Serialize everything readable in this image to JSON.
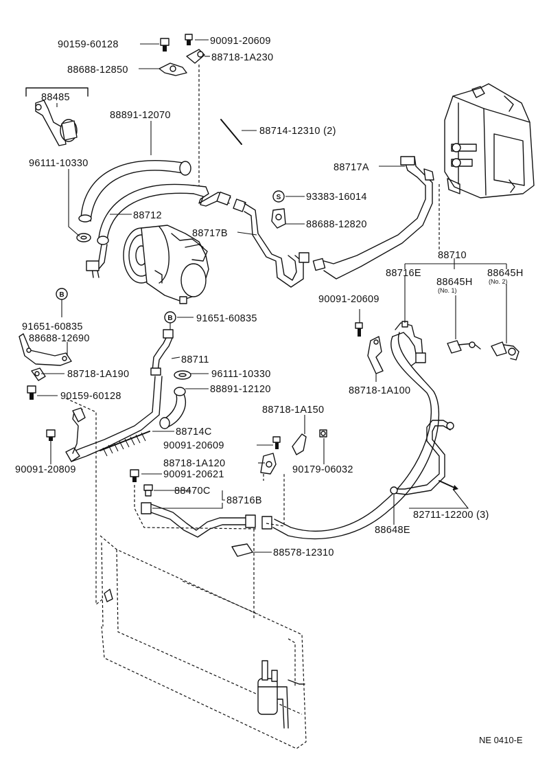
{
  "labels": {
    "p90159_60128_top": "90159-60128",
    "p90091_20609_top": "90091-20609",
    "p88718_1A230": "88718-1A230",
    "p88688_12850": "88688-12850",
    "p88485": "88485",
    "p88891_12070": "88891-12070",
    "p88714_12310": "88714-12310 (2)",
    "p96111_10330_top": "96111-10330",
    "p88717A": "88717A",
    "p93383_16014": "93383-16014",
    "p88712": "88712",
    "p88688_12820": "88688-12820",
    "p88717B": "88717B",
    "p88710": "88710",
    "p88716E": "88716E",
    "p88645H_1": "88645H",
    "p88645H_1_note": "(No. 1)",
    "p88645H_2": "88645H",
    "p88645H_2_note": "(No. 2)",
    "p90091_20609_right": "90091-20609",
    "p91651_60835_left": "91651-60835",
    "p91651_60835_mid": "91651-60835",
    "p88688_12690": "88688-12690",
    "p88711": "88711",
    "p88718_1A190": "88718-1A190",
    "p96111_10330_mid": "96111-10330",
    "p90159_60128_mid": "90159-60128",
    "p88891_12120": "88891-12120",
    "p88718_1A100": "88718-1A100",
    "p88718_1A150": "88718-1A150",
    "p88714C": "88714C",
    "p90091_20809": "90091-20809",
    "p90091_20609_mid": "90091-20609",
    "p88718_1A120": "88718-1A120",
    "p90179_06032": "90179-06032",
    "p90091_20621": "90091-20621",
    "p88470C": "88470C",
    "p88716B": "88716B",
    "p82711_12200": "82711-12200 (3)",
    "p88648E": "88648E",
    "p88578_12310": "88578-12310",
    "circle_b": "B",
    "ref_code": "NE 0410-E"
  }
}
